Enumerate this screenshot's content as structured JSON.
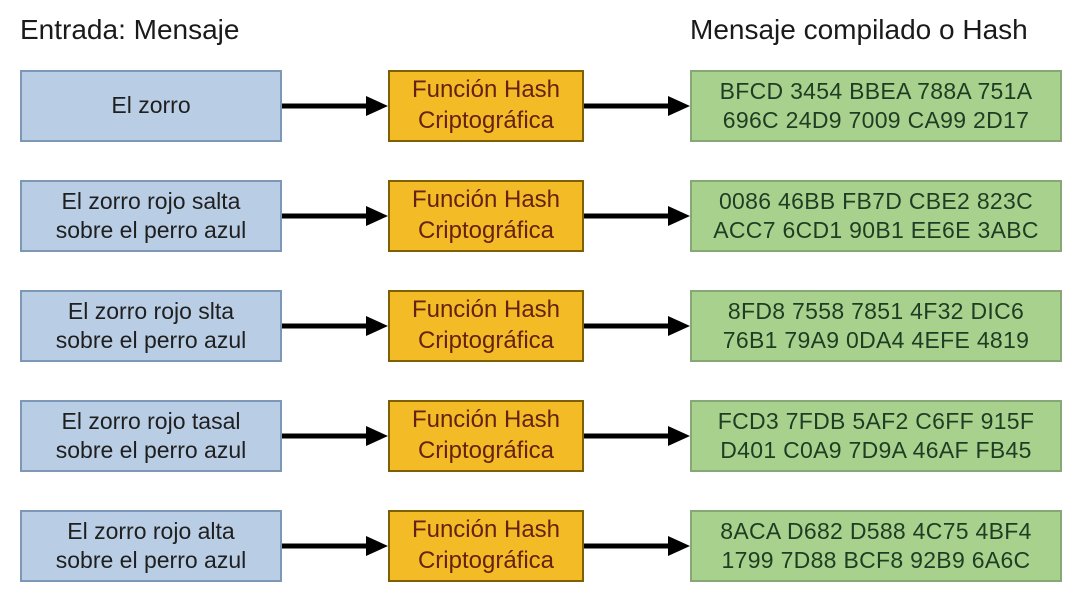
{
  "titles": {
    "input": "Entrada: Mensaje",
    "output": "Mensaje compilado o Hash"
  },
  "function_box": {
    "label": "Función Hash\nCriptográfica"
  },
  "rows": [
    {
      "input": "El zorro",
      "hash": "BFCD 3454 BBEA 788A 751A\n696C 24D9 7009 CA99 2D17"
    },
    {
      "input": "El zorro rojo salta\nsobre el perro azul",
      "hash": "0086 46BB FB7D CBE2 823C\nACC7 6CD1 90B1 EE6E 3ABC"
    },
    {
      "input": "El zorro rojo slta\nsobre el perro azul",
      "hash": "8FD8 7558 7851 4F32 DIC6\n76B1 79A9 0DA4 4EFE 4819"
    },
    {
      "input": "El zorro rojo tasal\nsobre el perro azul",
      "hash": "FCD3 7FDB 5AF2 C6FF 915F\nD401 C0A9 7D9A 46AF FB45"
    },
    {
      "input": "El zorro rojo alta\nsobre el perro azul",
      "hash": "8ACA D682 D588 4C75 4BF4\n1799 7D88 BCF8 92B9 6A6C"
    }
  ],
  "colors": {
    "background": "#ffffff",
    "title_text": "#1a1a1a",
    "box_text": "#1f1f1f",
    "input_box_fill": "#b9cde5",
    "input_box_border": "#7d97b6",
    "hash_fn_fill": "#f3bc26",
    "hash_fn_border": "#7f6000",
    "hash_fn_text": "#662211",
    "output_box_fill": "#a9d18e",
    "output_box_border": "#86a877",
    "output_text": "#1e3d23",
    "arrow": "#000000"
  }
}
